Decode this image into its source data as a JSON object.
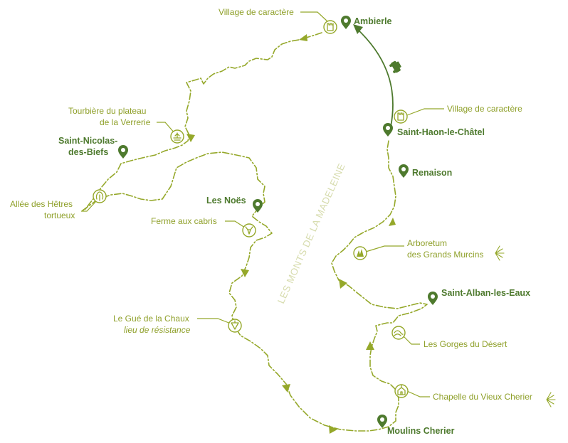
{
  "map": {
    "region_label": "LES MONTS DE LA MADELEINE",
    "colors": {
      "route": "#95a82a",
      "town": "#4e7a2e",
      "region": "#d7dcae"
    },
    "towns": {
      "ambierle": "Ambierle",
      "saint_haon": "Saint-Haon-le-Châtel",
      "renaison": "Renaison",
      "saint_alban": "Saint-Alban-les-Eaux",
      "moulins_cherier": "Moulins Cherier",
      "les_noes": "Les Noës",
      "saint_nicolas_line1": "Saint-Nicolas-",
      "saint_nicolas_line2": "des-Biefs"
    },
    "points_of_interest": {
      "village_caractere_ambierle": "Village de caractère",
      "village_caractere_saint_haon": "Village de caractère",
      "tourbiere_line1": "Tourbière du plateau",
      "tourbiere_line2": "de la Verrerie",
      "allee_line1": "Allée des Hêtres",
      "allee_line2": "tortueux",
      "ferme_cabris": "Ferme aux cabris",
      "gue_line1": "Le Gué de la Chaux",
      "gue_line2": "lieu de résistance",
      "arboretum_line1": "Arboretum",
      "arboretum_line2": "des Grands Murcins",
      "gorges_desert": "Les Gorges du Désert",
      "chapelle_vieux_cherier": "Chapelle du Vieux Cherier"
    },
    "icons": {
      "town_marker": "map-pin-icon",
      "tower": "castle-tower-icon",
      "bog": "wetland-icon",
      "tree": "beech-tree-icon",
      "goat": "goat-head-icon",
      "torch": "resistance-torch-icon",
      "forest": "forest-icon",
      "waves": "water-wave-icon",
      "chapel": "chapel-icon",
      "car": "car-icon",
      "highlight": "highlight-rays-icon"
    }
  }
}
